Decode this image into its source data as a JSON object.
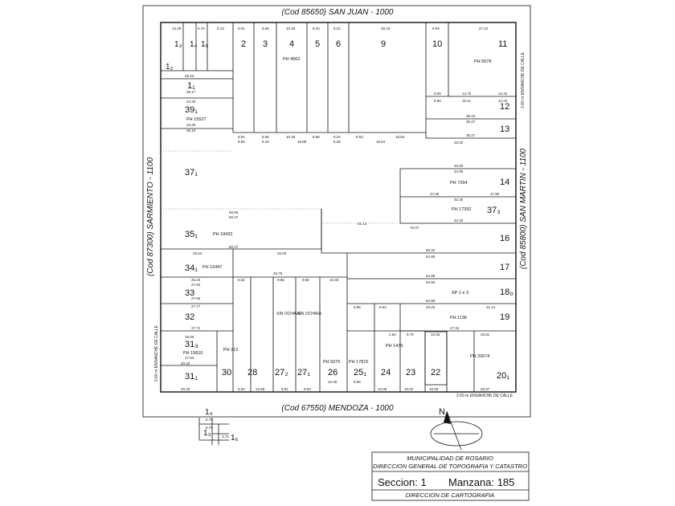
{
  "streets": {
    "north": "(Cod 85650) SAN JUAN - 1000",
    "south": "(Cod 67550) MENDOZA - 1000",
    "west": "(Cod 87300) SARMIENTO - 1100",
    "east": "(Cod 85800) SAN MARTIN - 1100"
  },
  "lots_top": [
    {
      "label": "1₃"
    },
    {
      "label": "1₄"
    },
    {
      "label": "1₅"
    },
    {
      "label": "2"
    },
    {
      "label": "3"
    },
    {
      "label": "4"
    },
    {
      "label": "5"
    },
    {
      "label": "6"
    },
    {
      "label": "9"
    },
    {
      "label": "10"
    },
    {
      "label": "11"
    }
  ],
  "lots_left": [
    {
      "label": "1₂"
    },
    {
      "label": "1₁"
    },
    {
      "label": "39₁"
    },
    {
      "label": "37₁"
    },
    {
      "label": "35₁"
    },
    {
      "label": "34₁"
    },
    {
      "label": "33"
    },
    {
      "label": "32"
    },
    {
      "label": "31₃"
    },
    {
      "label": "31₁"
    }
  ],
  "lots_right": [
    {
      "label": "12"
    },
    {
      "label": "13"
    },
    {
      "label": "14"
    },
    {
      "label": "37₃"
    },
    {
      "label": "16"
    },
    {
      "label": "17"
    },
    {
      "label": "18₀"
    },
    {
      "label": "19"
    },
    {
      "label": "20₁"
    }
  ],
  "lots_bottom": [
    {
      "label": "30"
    },
    {
      "label": "28"
    },
    {
      "label": "27₂"
    },
    {
      "label": "27₁"
    },
    {
      "label": "26"
    },
    {
      "label": "25₁"
    },
    {
      "label": "24"
    },
    {
      "label": "23"
    },
    {
      "label": "22"
    }
  ],
  "ph_labels": {
    "ph4562": "PH 4562",
    "ph5678": "PH 5678",
    "ph15527": "PH 15527",
    "ph7294": "PH 7294",
    "ph17392": "PH 17392",
    "ph18432": "PH 18432",
    "ph16447": "PH 16447",
    "sp1e3": "SP 1 e 3",
    "ph1136": "PH 1136",
    "ph1475": "PH 1475",
    "ph15810": "PH 15810",
    "ph212": "PH 212",
    "ph9275": "PH 9275",
    "ph17815": "PH 17815",
    "ph20074": "PH 20074"
  },
  "dims": {
    "n_1": "13.38",
    "n_2": "6.79",
    "n_3": "6.13",
    "n_4": "9.91",
    "n_5": "8.66",
    "n_6": "10.28",
    "n_7": "8.42",
    "n_8": "8.22",
    "n_9": "28.16",
    "n_10": "9.09",
    "n_11": "27.12",
    "a_1": "26.23",
    "a_2": "26.17",
    "a_3": "23.30",
    "a_4": "23.30",
    "a_5": "26.10",
    "m_1": "9.91",
    "m_2": "8.66",
    "m_3": "10.28",
    "m_4": "8.65",
    "m_5": "8.22",
    "m_6": "9.53",
    "m_7": "18.63",
    "m2_1": "9.90",
    "m2_2": "9.10",
    "m2_3": "18.88",
    "m2_4": "8.36",
    "m2_5": "19.54",
    "r_1": "9.09",
    "r_2": "14.70",
    "r_3": "12.42",
    "r_4": "8.66",
    "r_5": "15.11",
    "r_6": "12.42",
    "r_7": "36.19",
    "r_8": "36.27",
    "r_9": "36.27",
    "r_10": "45.00",
    "r_11": "45.00",
    "r_12": "44.90",
    "r_13": "27.00",
    "r_14": "17.90",
    "r_15": "42.30",
    "r_16": "42.30",
    "r_17": "76.07",
    "r_18": "31.13",
    "r_19": "65.32",
    "r_20": "64.95",
    "r_21": "64.95",
    "r_22": "64.95",
    "r_23": "64.95",
    "r_24": "26.20",
    "r_25": "21.14",
    "r_26": "47.34",
    "r_27": "25.81",
    "r_28": "25.97",
    "l_1": "60.66",
    "l_2": "60.47",
    "l_3": "60.47",
    "l_4": "25.54",
    "l_5": "26.00",
    "l_6": "26.75",
    "l_7": "25.23",
    "l_8": "27.82",
    "l_9": "27.65",
    "l_10": "27.77",
    "l_11": "27.71",
    "l_12": "18.00",
    "l_13": "17.93",
    "l_14": "20.40",
    "l_15": "20.40",
    "b_1": "6.82",
    "b_2": "13.69",
    "b_3": "9.91",
    "b_4": "9.93",
    "b_5": "10.48",
    "b_6": "8.66",
    "b_7": "10.06",
    "b_8": "10.02",
    "b_9": "10.06",
    "c_1": "6.82",
    "c_2": "9.95",
    "c_3": "9.88",
    "c_4": "10.48",
    "c_5": "8.86",
    "c_6": "8.52",
    "c_7": "9.78",
    "c_8": "10.06",
    "c_9": "1.54",
    "s_1": "6.79",
    "s_2": "6.79",
    "s_3": "3.72"
  },
  "notes": {
    "ensanche_ne": "2.60 m ENSANCHE DE CALLE",
    "ensanche_sw": "2.60 m ENSANCHE DE CALLE",
    "ensanche_se": "2.60 m ENSANCHE DE CALLE",
    "sin_ensanche1": "SIN OCHAVA",
    "sin_ensanche2": "SIN OCHAVA"
  },
  "inset": {
    "lot_top": "1₄",
    "lot_left": "1₃",
    "lot_right": "1₅"
  },
  "compass": {
    "north_letter": "N"
  },
  "title_box": {
    "line1": "MUNICIPALIDAD DE ROSARIO",
    "line2": "DIRECCION GENERAL DE TOPOGRAFIA Y CATASTRO",
    "seccion": "Seccion: 1",
    "manzana": "Manzana: 185",
    "line4": "DIRECCION DE CARTOGRAFIA"
  },
  "colors": {
    "highlight_lot": "#f7cdb0",
    "ink": "#111111"
  }
}
